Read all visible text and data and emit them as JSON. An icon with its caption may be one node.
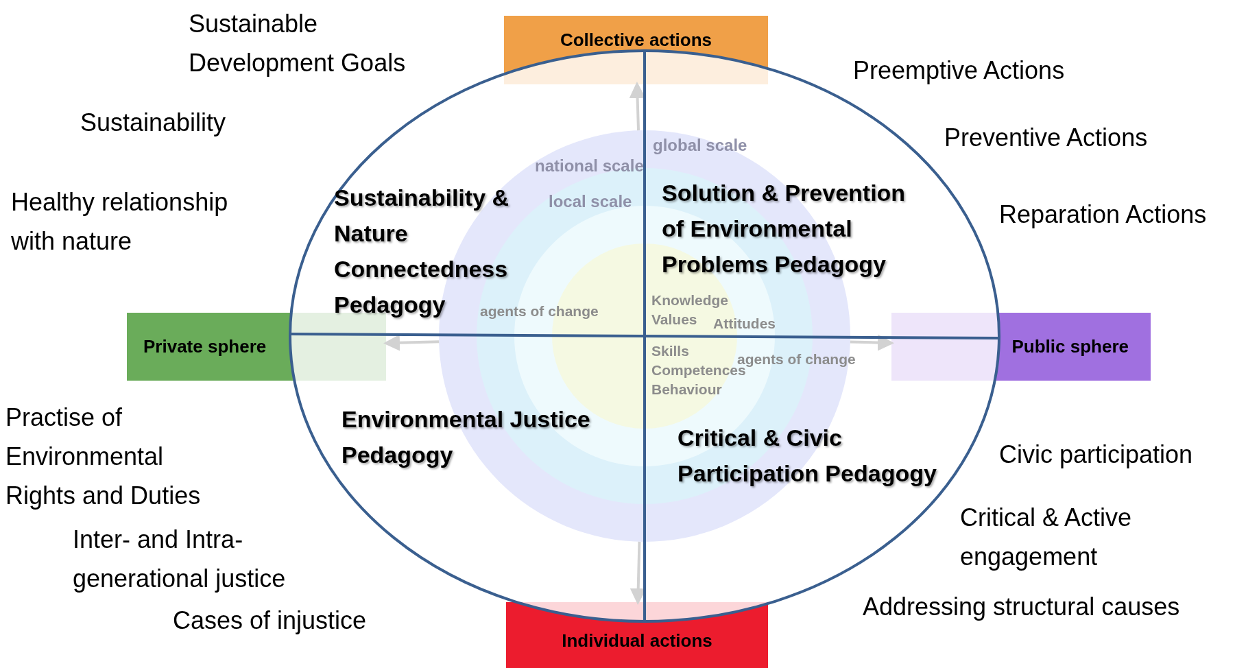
{
  "diagram": {
    "nodes": [
      {
        "text": [
          "Collective actions"
        ]
      },
      {
        "text": [
          "Private sphere"
        ]
      },
      {
        "text": [
          "Public sphere"
        ]
      },
      {
        "text": [
          "Individual actions"
        ]
      },
      {
        "text": [
          "Sustainability & Nature Connectedness Pedagogy",
          "Solution & Prevention of Environmental Problems Pedagogy",
          "Environmental Justice Pedagogy",
          "Critical & Civic Participation Pedagogy"
        ]
      }
    ],
    "edges": [
      {
        "from": 4,
        "to": 0,
        "arrow": "to"
      },
      {
        "from": 4,
        "to": 1,
        "arrow": "to"
      },
      {
        "from": 4,
        "to": 2,
        "arrow": "to"
      },
      {
        "from": 4,
        "to": 3,
        "arrow": "to"
      }
    ],
    "labels": [
      "Sustainable Development Goals",
      "Preemptive Actions",
      "Sustainability",
      "Preventive Actions",
      "Healthy relationship with nature",
      "Reparation Actions",
      "Practise of Environmental Rights and Duties",
      "Civic participation",
      "Critical & Active engagement",
      "Inter- and Intra-generational justice",
      "Addressing structural causes",
      "Cases of injustice",
      "global scale",
      "national scale",
      "local scale",
      "Knowledge",
      "Values",
      "Attitudes",
      "agents of change",
      "Skills",
      "agents of change",
      "Competences",
      "Behaviour"
    ]
  }
}
